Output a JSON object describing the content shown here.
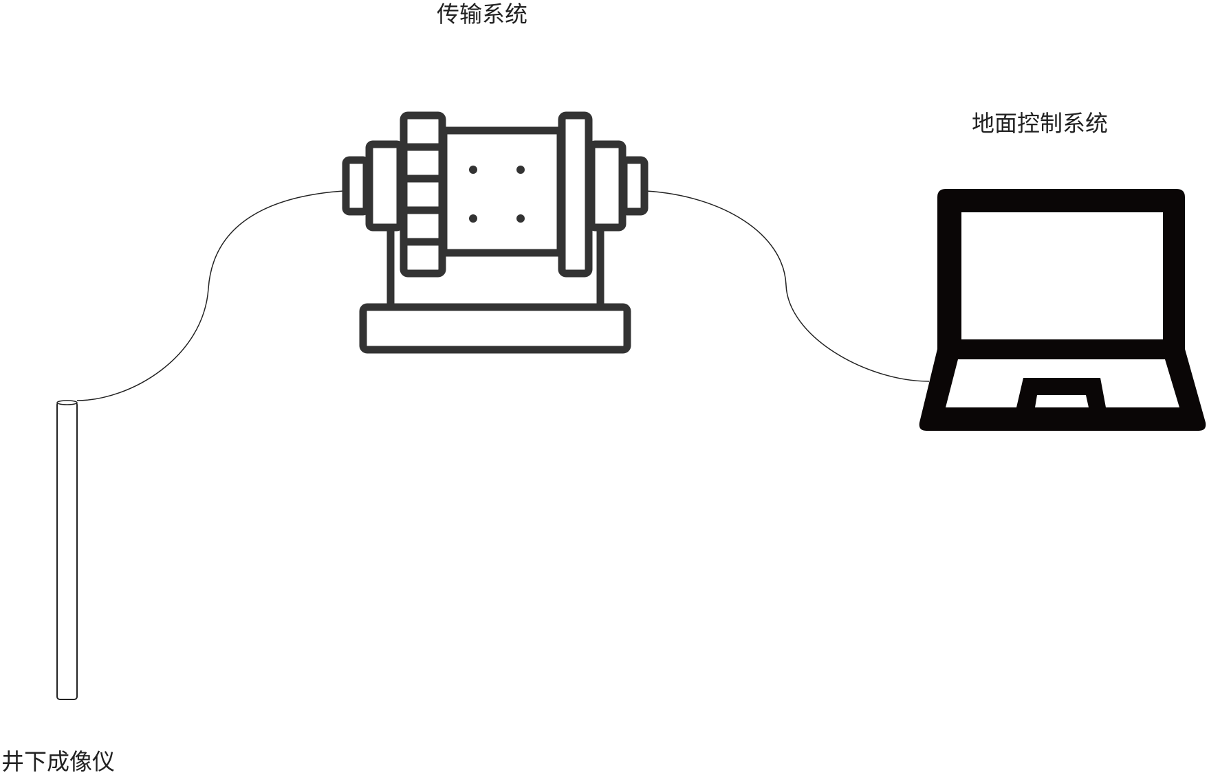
{
  "labels": {
    "transmission": "传输系统",
    "ground_control": "地面控制系统",
    "downhole_imager": "井下成像仪"
  },
  "colors": {
    "winch": "#333333",
    "laptop": "#0a0606",
    "cable": "#222222"
  }
}
